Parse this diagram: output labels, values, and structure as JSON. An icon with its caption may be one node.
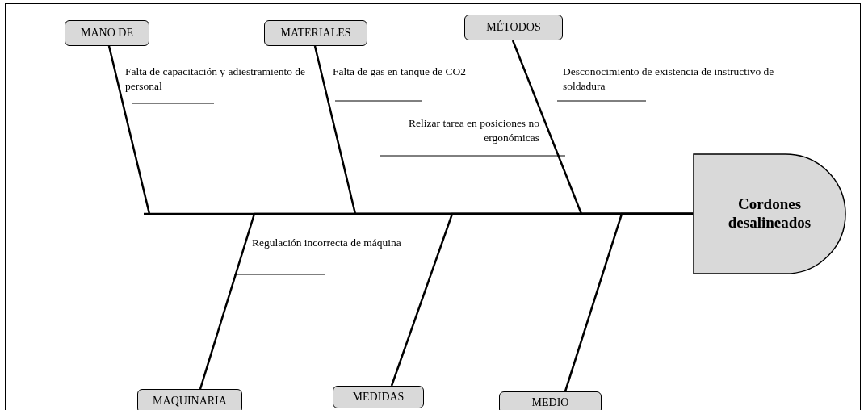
{
  "diagram": {
    "nodes": [
      {
        "text": [
          "MANO DE"
        ]
      },
      {
        "text": [
          "MATERIALES"
        ]
      },
      {
        "text": [
          "MÉTODOS"
        ]
      },
      {
        "text": [
          "Cordones desalineados"
        ]
      },
      {
        "text": [
          "MAQUINARIA"
        ]
      },
      {
        "text": [
          "MEDIDAS"
        ]
      },
      {
        "text": [
          "MEDIO"
        ]
      }
    ],
    "edges": [
      {
        "from": 0,
        "to": 3,
        "arrow": "none"
      },
      {
        "from": 1,
        "to": 3,
        "arrow": "none"
      },
      {
        "from": 2,
        "to": 3,
        "arrow": "none"
      },
      {
        "from": 4,
        "to": 3,
        "arrow": "none"
      },
      {
        "from": 5,
        "to": 3,
        "arrow": "none"
      },
      {
        "from": 6,
        "to": 3,
        "arrow": "none"
      }
    ],
    "labels": [
      "Falta de capacitación y adiestramiento de personal",
      "Falta de gas en tanque de CO2",
      "Desconocimiento de existencia de instructivo de soldadura",
      "Relizar tarea en posiciones no ergonómicas",
      "Regulación incorrecta de máquina"
    ]
  }
}
